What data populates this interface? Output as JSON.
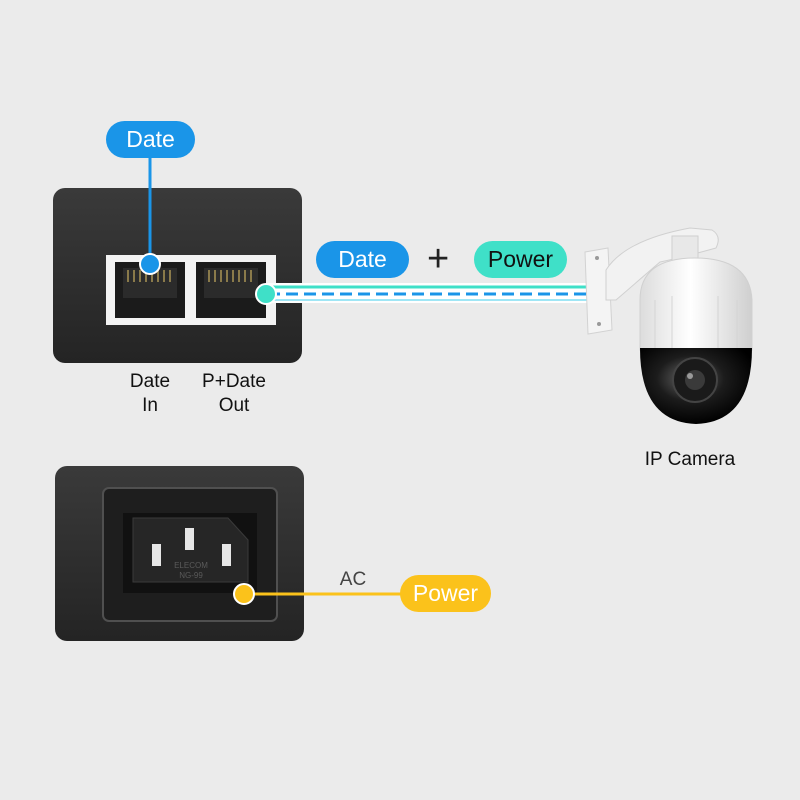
{
  "pills": {
    "data_top": "Date",
    "data_mid": "Date",
    "power_mid": "Power",
    "power_ac": "Power"
  },
  "plus_sign": "+",
  "port_labels": {
    "data_in_line1": "Date",
    "data_in_line2": "In",
    "pdata_out_line1": "P+Date",
    "pdata_out_line2": "Out"
  },
  "ac_label": "AC",
  "camera_label": "IP Camera",
  "socket_text_line1": "ELECOM",
  "socket_text_line2": "NG-99",
  "colors": {
    "data_blue": "#1a95e8",
    "power_teal": "#3fe0c8",
    "power_yellow": "#fbc21b",
    "device_black": "#2e2e2e"
  }
}
